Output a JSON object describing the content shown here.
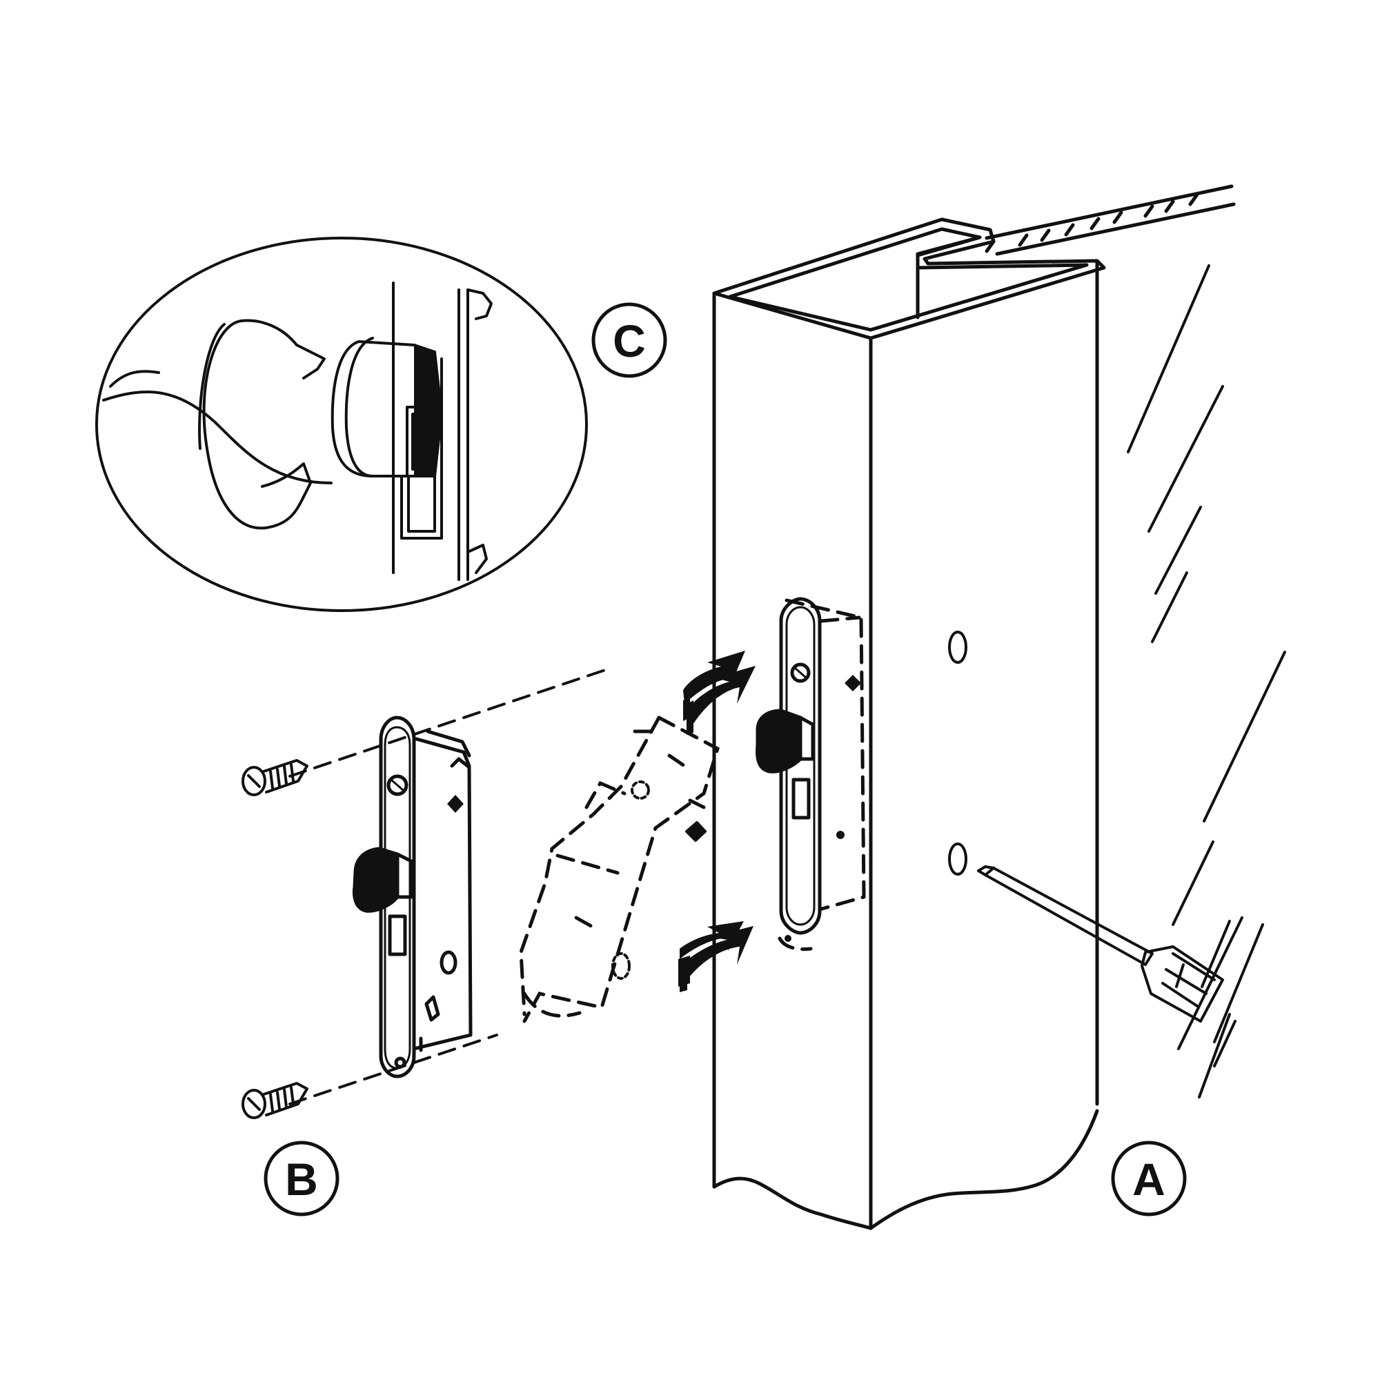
{
  "labels": {
    "a": "A",
    "b": "B",
    "c": "C"
  },
  "colors": {
    "line": "#111111",
    "background": "#ffffff"
  }
}
